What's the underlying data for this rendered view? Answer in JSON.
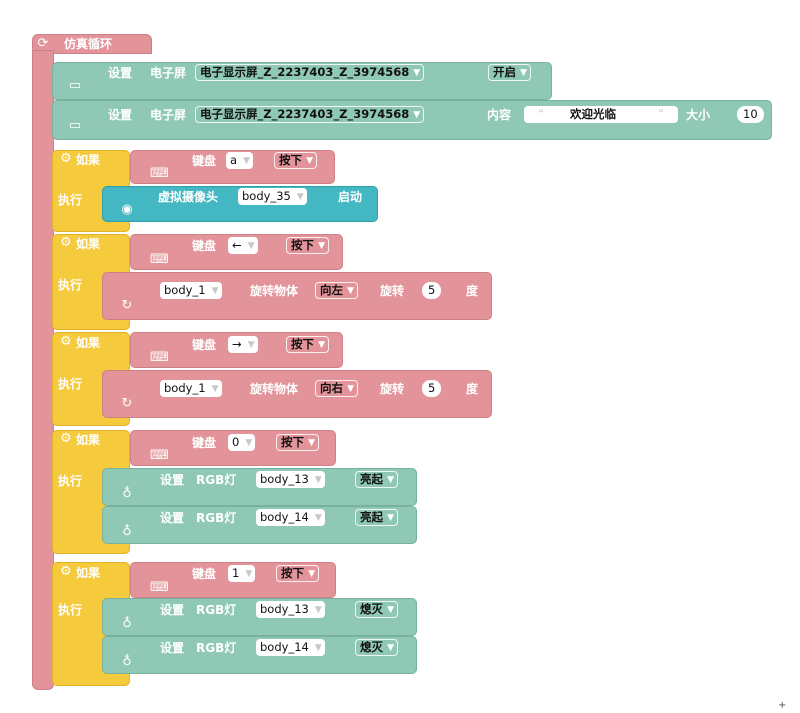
{
  "loop": {
    "label": "仿真循环"
  },
  "screen1": {
    "set": "设置",
    "device": "电子屏",
    "device_value": "电子显示屏_Z_2237403_Z_3974568",
    "state_value": "开启"
  },
  "screen2": {
    "set": "设置",
    "device": "电子屏",
    "device_value": "电子显示屏_Z_2237403_Z_3974568",
    "content": "内容",
    "text_quote_open": "“",
    "text_value": "欢迎光临",
    "text_quote_close": "”",
    "size_label": "大小",
    "size_value": "10"
  },
  "if_blocks": [
    {
      "if_label": "如果",
      "do_label": "执行",
      "key_label": "键盘",
      "key_value": "a",
      "state_value": "按下",
      "action": {
        "label": "虚拟摄像头",
        "device_value": "body_35",
        "state": "启动"
      }
    },
    {
      "if_label": "如果",
      "do_label": "执行",
      "key_label": "键盘",
      "key_value": "←",
      "state_value": "按下",
      "action": {
        "device_value": "body_1",
        "label": "旋转物体",
        "dir_value": "向左",
        "rotate_label": "旋转",
        "amount": "5",
        "unit": "度"
      }
    },
    {
      "if_label": "如果",
      "do_label": "执行",
      "key_label": "键盘",
      "key_value": "→",
      "state_value": "按下",
      "action": {
        "device_value": "body_1",
        "label": "旋转物体",
        "dir_value": "向右",
        "rotate_label": "旋转",
        "amount": "5",
        "unit": "度"
      }
    },
    {
      "if_label": "如果",
      "do_label": "执行",
      "key_label": "键盘",
      "key_value": "0",
      "state_value": "按下",
      "actions": [
        {
          "set": "设置",
          "label": "RGB灯",
          "device_value": "body_13",
          "state": "亮起"
        },
        {
          "set": "设置",
          "label": "RGB灯",
          "device_value": "body_14",
          "state": "亮起"
        }
      ]
    },
    {
      "if_label": "如果",
      "do_label": "执行",
      "key_label": "键盘",
      "key_value": "1",
      "state_value": "按下",
      "actions": [
        {
          "set": "设置",
          "label": "RGB灯",
          "device_value": "body_13",
          "state": "熄灭"
        },
        {
          "set": "设置",
          "label": "RGB灯",
          "device_value": "body_14",
          "state": "熄灭"
        }
      ]
    }
  ],
  "icons": {
    "loop": "loop-icon",
    "screen": "screen-icon",
    "gear": "gear-icon",
    "keyboard": "keyboard-icon",
    "camera": "camera-icon",
    "rotate": "rotate-icon",
    "bulb": "bulb-icon",
    "dropdown": "dropdown-arrow-icon"
  },
  "colors": {
    "loop": "#e3949a",
    "screen": "#8fc9b5",
    "if": "#f6ca3d",
    "key": "#e3949a",
    "camera": "#44b8c2",
    "rotate": "#e3949a",
    "rgb": "#8fc9b5"
  }
}
